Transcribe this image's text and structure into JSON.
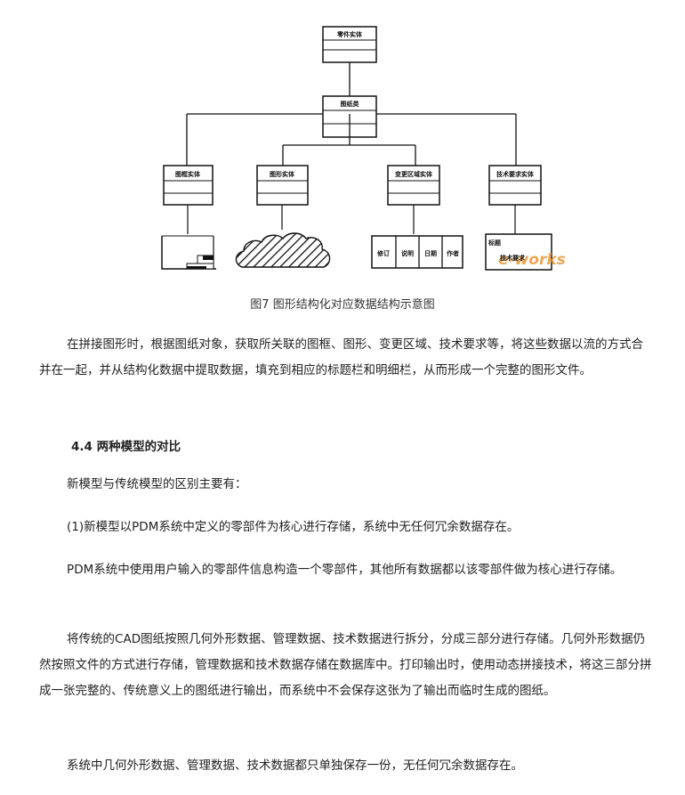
{
  "figure": {
    "top_box": "零件实体",
    "center_box": "图纸类",
    "child_boxes": [
      "图框实体",
      "图形实体",
      "变更区域实体",
      "技术要求实体"
    ],
    "change_cells": [
      "修订",
      "说明",
      "日期",
      "作者"
    ],
    "tech_labels": [
      "标题",
      "技术要求"
    ],
    "watermark": "e-works"
  },
  "caption": "图7 图形结构化对应数据结构示意图",
  "paragraphs": {
    "p1": "在拼接图形时，根据图纸对象，获取所关联的图框、图形、变更区域、技术要求等，将这些数据以流的方式合并在一起，并从结构化数据中提取数据，填充到相应的标题栏和明细栏，从而形成一个完整的图形文件。",
    "heading": "4.4 两种模型的对比",
    "p2": "新模型与传统模型的区别主要有：",
    "p3": "(1)新模型以PDM系统中定义的零部件为核心进行存储，系统中无任何冗余数据存在。",
    "p4": "PDM系统中使用用户输入的零部件信息构造一个零部件，其他所有数据都以该零部件做为核心进行存储。",
    "p5": "将传统的CAD图纸按照几何外形数据、管理数据、技术数据进行拆分，分成三部分进行存储。几何外形数据仍然按照文件的方式进行存储，管理数据和技术数据存储在数据库中。打印输出时，使用动态拼接技术，将这三部分拼成一张完整的、传统意义上的图纸进行输出，而系统中不会保存这张为了输出而临时生成的图纸。",
    "p6": "系统中几何外形数据、管理数据、技术数据都只单独保存一份，无任何冗余数据存在。"
  }
}
